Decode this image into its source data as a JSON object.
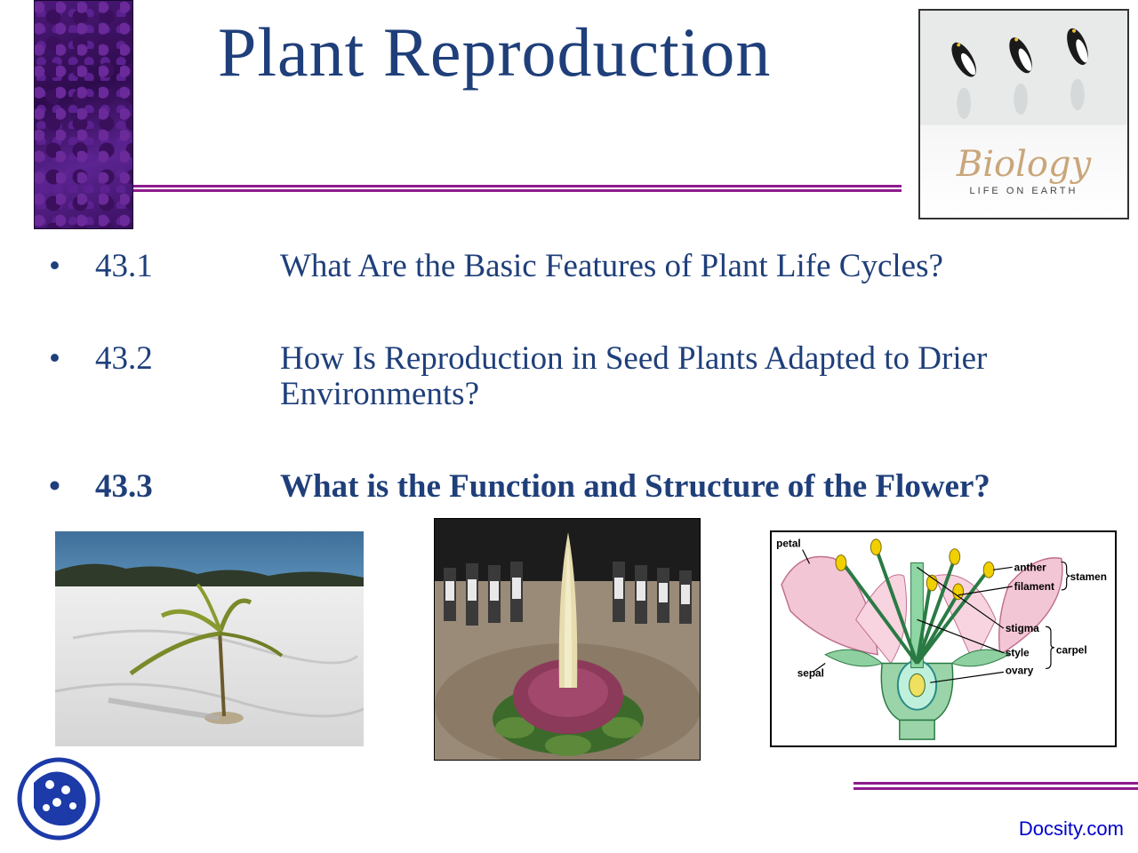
{
  "slide": {
    "title": "Plant  Reproduction"
  },
  "book_cover": {
    "title": "Biology",
    "subtitle": "LIFE ON EARTH"
  },
  "bullets": [
    {
      "symbol": "•",
      "number": "43.1",
      "text": "What Are the Basic Features of Plant Life Cycles?",
      "bold": false
    },
    {
      "symbol": "•",
      "number": "43.2",
      "text": "How Is Reproduction in Seed Plants Adapted to Drier Environments?",
      "bold": false
    },
    {
      "symbol": "•",
      "number": "43.3",
      "text": "What is the Function and Structure of the Flower?",
      "bold": true
    }
  ],
  "flower_diagram": {
    "labels": {
      "petal": "petal",
      "anther": "anther",
      "filament": "filament",
      "stamen": "stamen",
      "stigma": "stigma",
      "style": "style",
      "ovary": "ovary",
      "carpel": "carpel",
      "sepal": "sepal"
    }
  },
  "footer": {
    "watermark": "Docsity.com"
  },
  "colors": {
    "title": "#1f3f7a",
    "accent_rule": "#8e1b8e",
    "watermark": "#0000cc"
  }
}
